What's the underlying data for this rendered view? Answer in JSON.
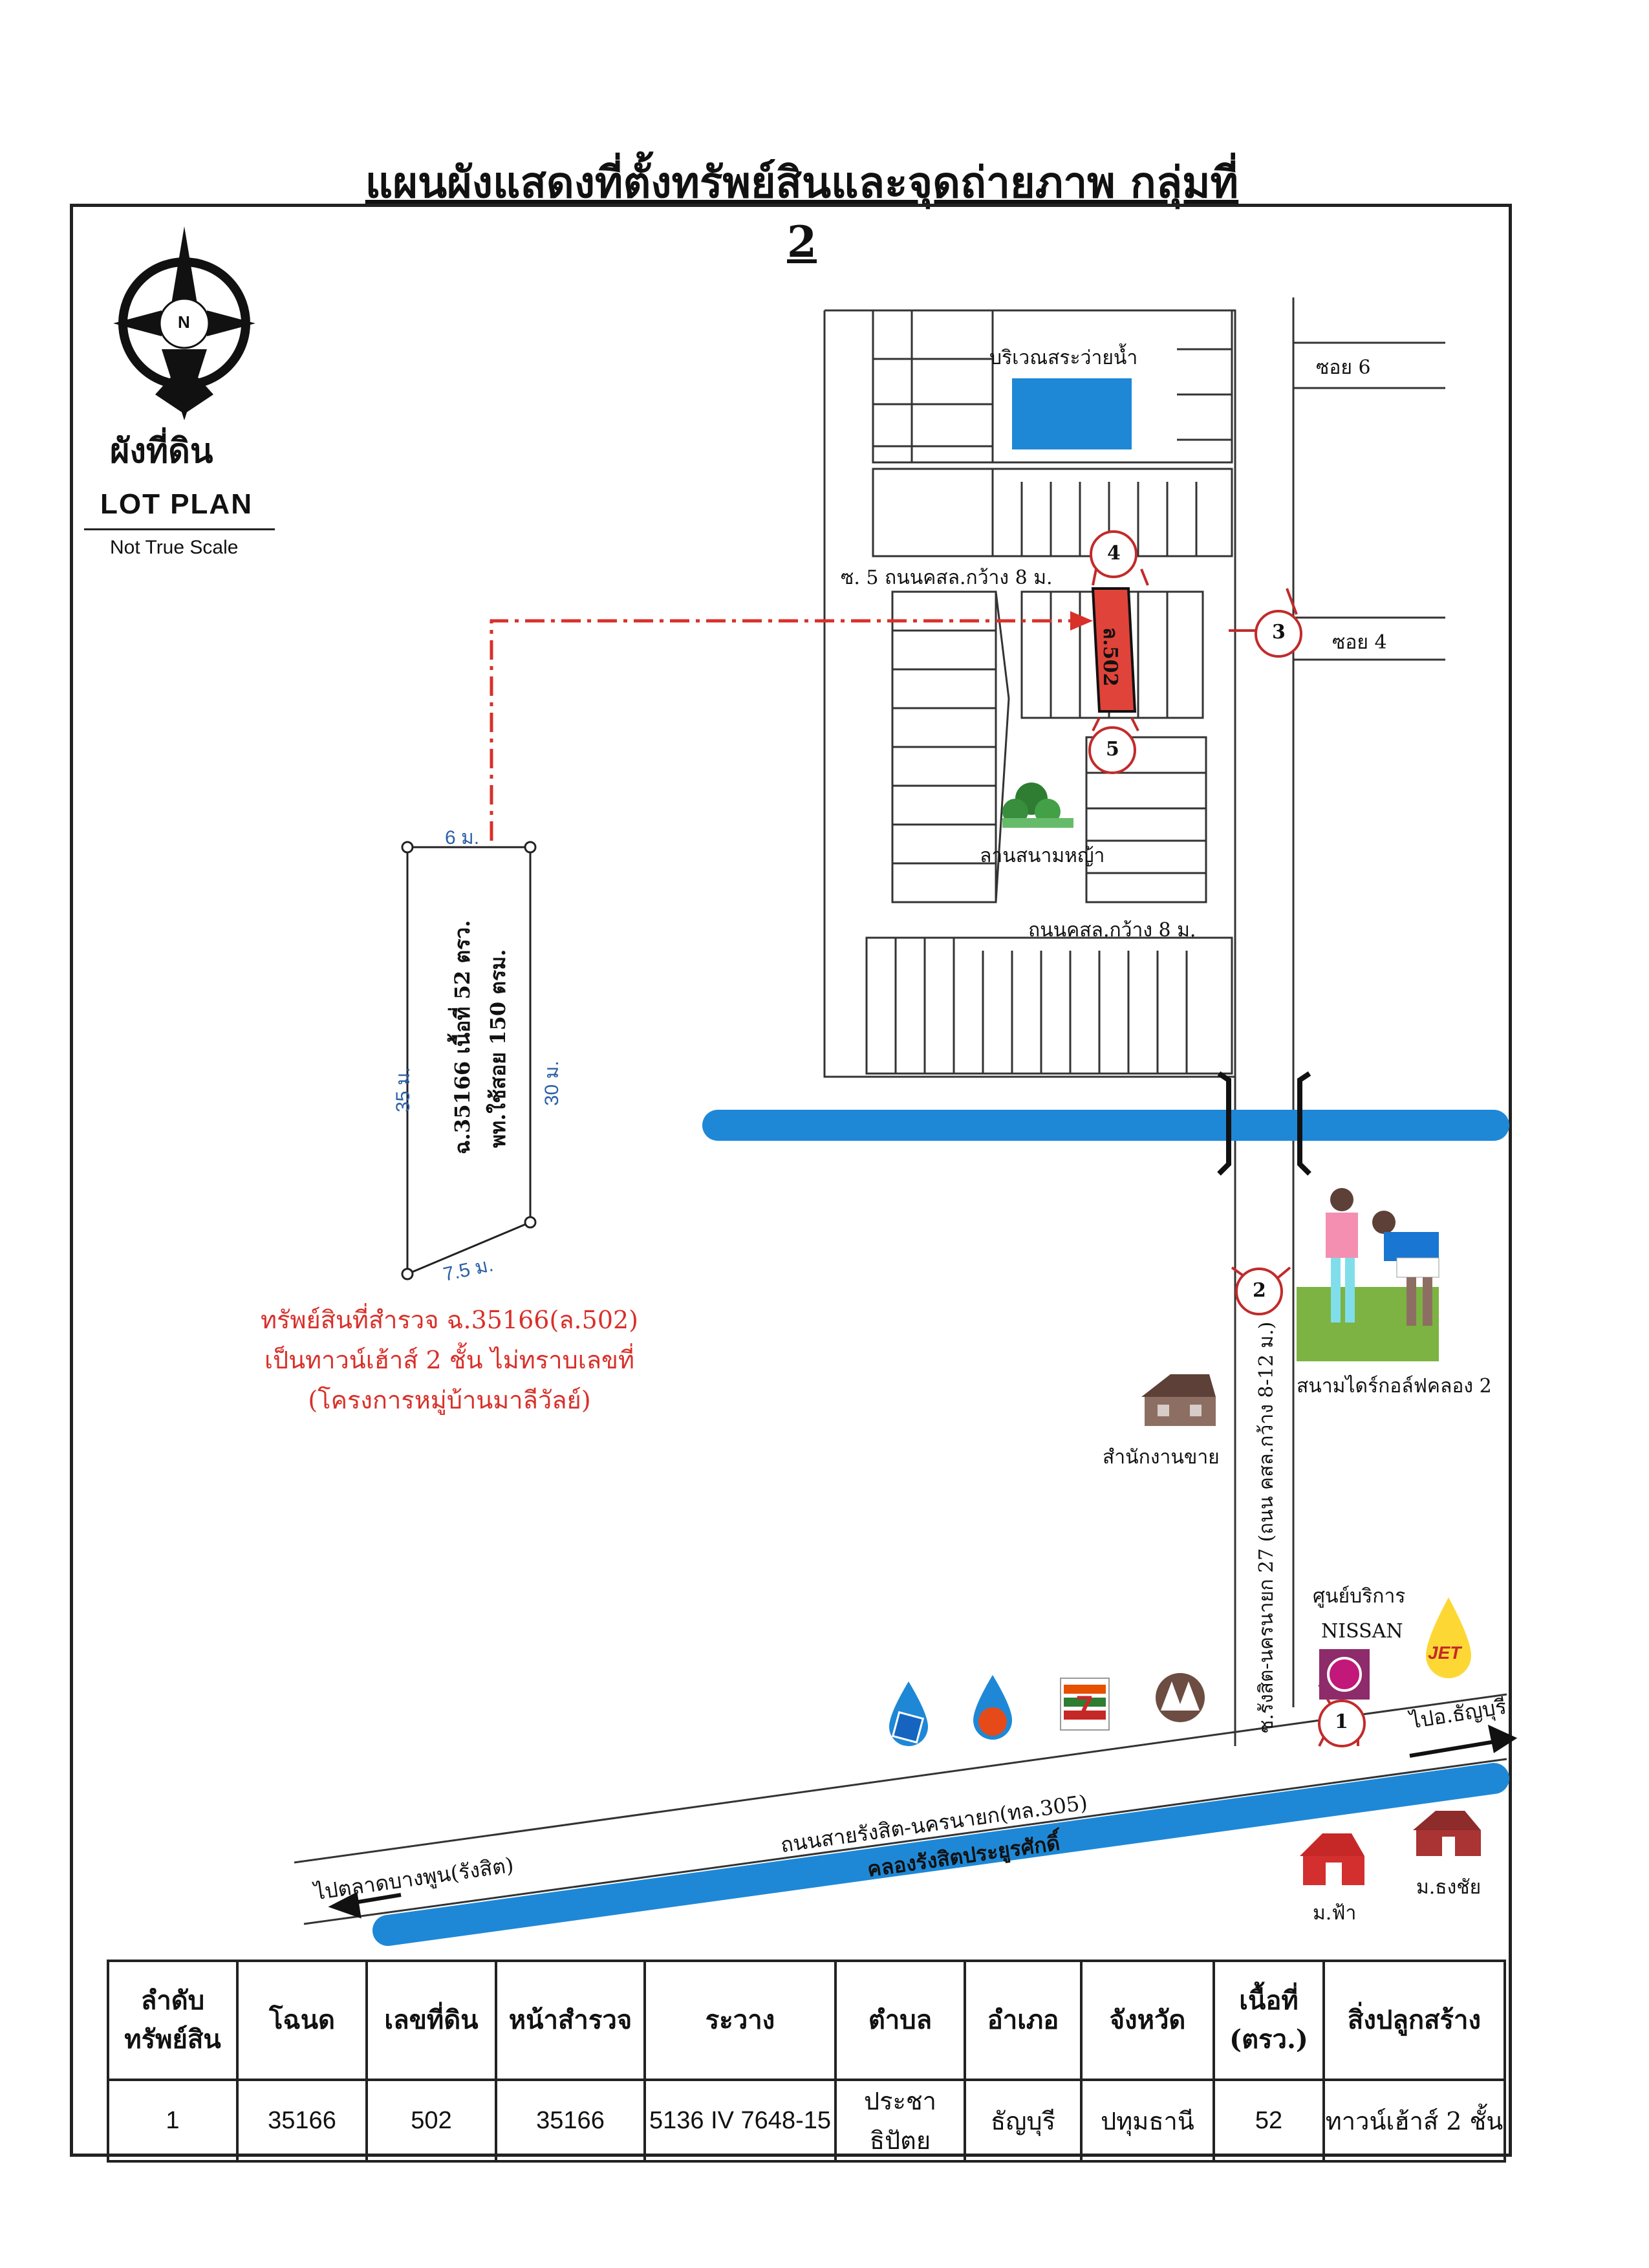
{
  "title": "แผนผังแสดงที่ตั้งทรัพย์สินและจุดถ่ายภาพ กลุ่มที่ 2",
  "legend": {
    "compass_letter": "N",
    "lot_plan_thai": "ผังที่ดิน",
    "lot_plan_en": "LOT PLAN",
    "scale_note": "Not True Scale"
  },
  "plot": {
    "top": "6 ม.",
    "left": "35 ม.",
    "right": "30 ม.",
    "bottom": "7.5 ม.",
    "deed_area": "ฉ.35166 เนื้อที่ 52 ตรว.",
    "usable_area": "พท.ใช้สอย 150 ตรม."
  },
  "note": [
    "ทรัพย์สินที่สำรวจ ฉ.35166(ล.502)",
    "เป็นทาวน์เฮ้าส์ 2 ชั้น ไม่ทราบเลขที่",
    "(โครงการหมู่บ้านมาลีวัลย์)"
  ],
  "map_labels": {
    "pool_area": "บริเวณสระว่ายน้ำ",
    "soi6": "ซอย 6",
    "soi4": "ซอย 4",
    "soi5_road": "ซ. 5 ถนนคสล.กว้าง 8 ม.",
    "subject_lot": "ล.502",
    "playground": "ลานสนามหญ้า",
    "road_8m": "ถนนคสล.กว้าง 8 ม.",
    "golf": "สนามไดร์กอล์ฟคลอง 2",
    "sales_office": "สำนักงานขาย",
    "service_center": "ศูนย์บริการ",
    "nissan": "NISSAN",
    "jet": "JET",
    "main_soi": "ซ.รังสิต-นครนายก 27 (ถนน คสล.กว้าง 8-12 ม.)",
    "to_thanyaburi": "ไปอ.ธัญบุรี",
    "to_bangphun": "ไปตลาดบางพูน(รังสิต)",
    "highway": "ถนนสายรังสิต-นครนายก(ทล.305)",
    "canal": "คลองรังสิตประยูรศักดิ์",
    "mu_fa": "ม.ฟ้า",
    "mu_thongchai": "ม.ธงชัย"
  },
  "photo_points": [
    "1",
    "2",
    "3",
    "4",
    "5"
  ],
  "colors": {
    "canal_blue": "#1e88d6",
    "pool_blue": "#1e88d6",
    "subject_red": "#e0433a",
    "marker_red": "#c22a2a",
    "guide_red": "#d9302a"
  },
  "icons": [
    "north-compass-icon",
    "tree-icon",
    "house-icon",
    "barn-icon",
    "golfers-icon",
    "ptt-icon",
    "bangchak-icon",
    "seven-eleven-icon",
    "pt-icon",
    "nissan-icon",
    "jet-icon"
  ],
  "table": {
    "headers": [
      "ลำดับ\nทรัพย์สิน",
      "โฉนด",
      "เลขที่ดิน",
      "หน้าสำรวจ",
      "ระวาง",
      "ตำบล",
      "อำเภอ",
      "จังหวัด",
      "เนื้อที่\n(ตรว.)",
      "สิ่งปลูกสร้าง"
    ],
    "rows": [
      [
        "1",
        "35166",
        "502",
        "35166",
        "5136 IV 7648-15",
        "ประชาธิปัตย",
        "ธัญบุรี",
        "ปทุมธานี",
        "52",
        "ทาวน์เฮ้าส์ 2 ชั้น"
      ]
    ]
  }
}
